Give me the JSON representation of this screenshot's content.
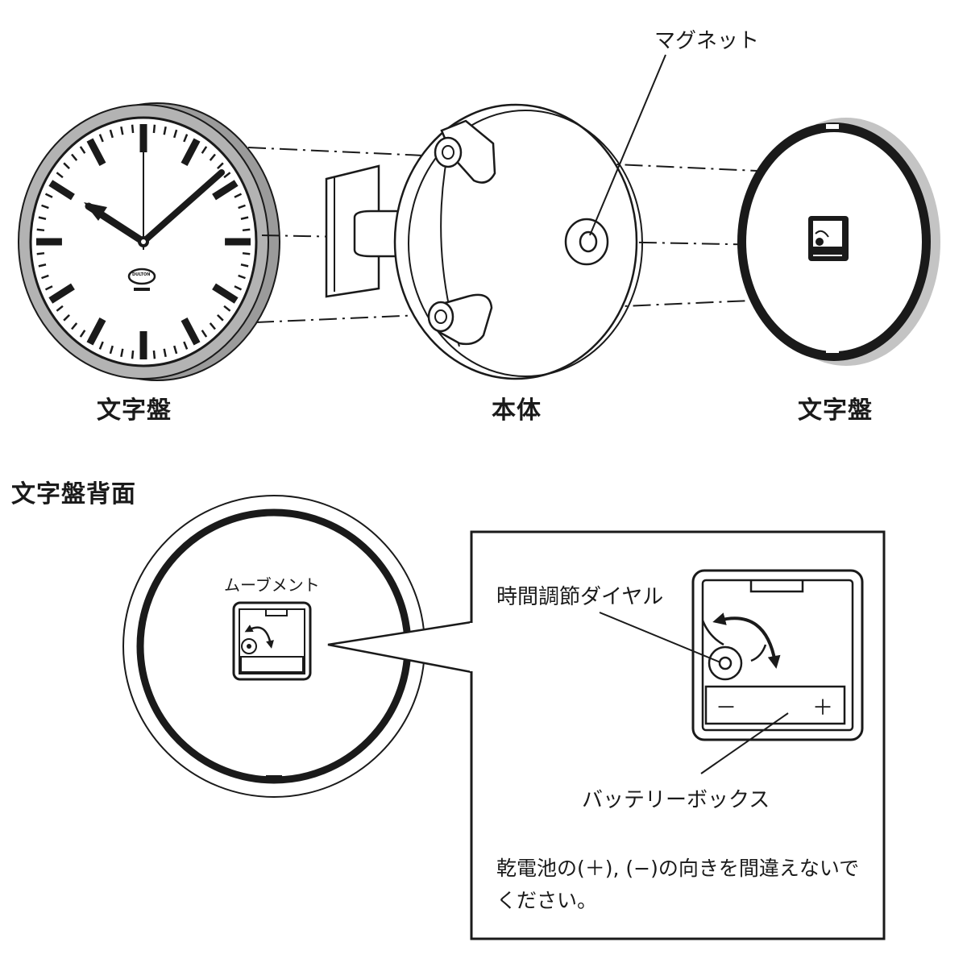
{
  "labels": {
    "magnet": "マグネット",
    "dial_front": "文字盤",
    "body": "本体",
    "dial_rear": "文字盤",
    "dial_back": "文字盤背面",
    "movement": "ムーブメント",
    "time_dial": "時間調節ダイヤル",
    "battery_box": "バッテリーボックス",
    "minus": "－",
    "plus": "＋",
    "brand": "DULTON"
  },
  "note": "乾電池の(＋), (−)の向きを間違えないでください。"
}
